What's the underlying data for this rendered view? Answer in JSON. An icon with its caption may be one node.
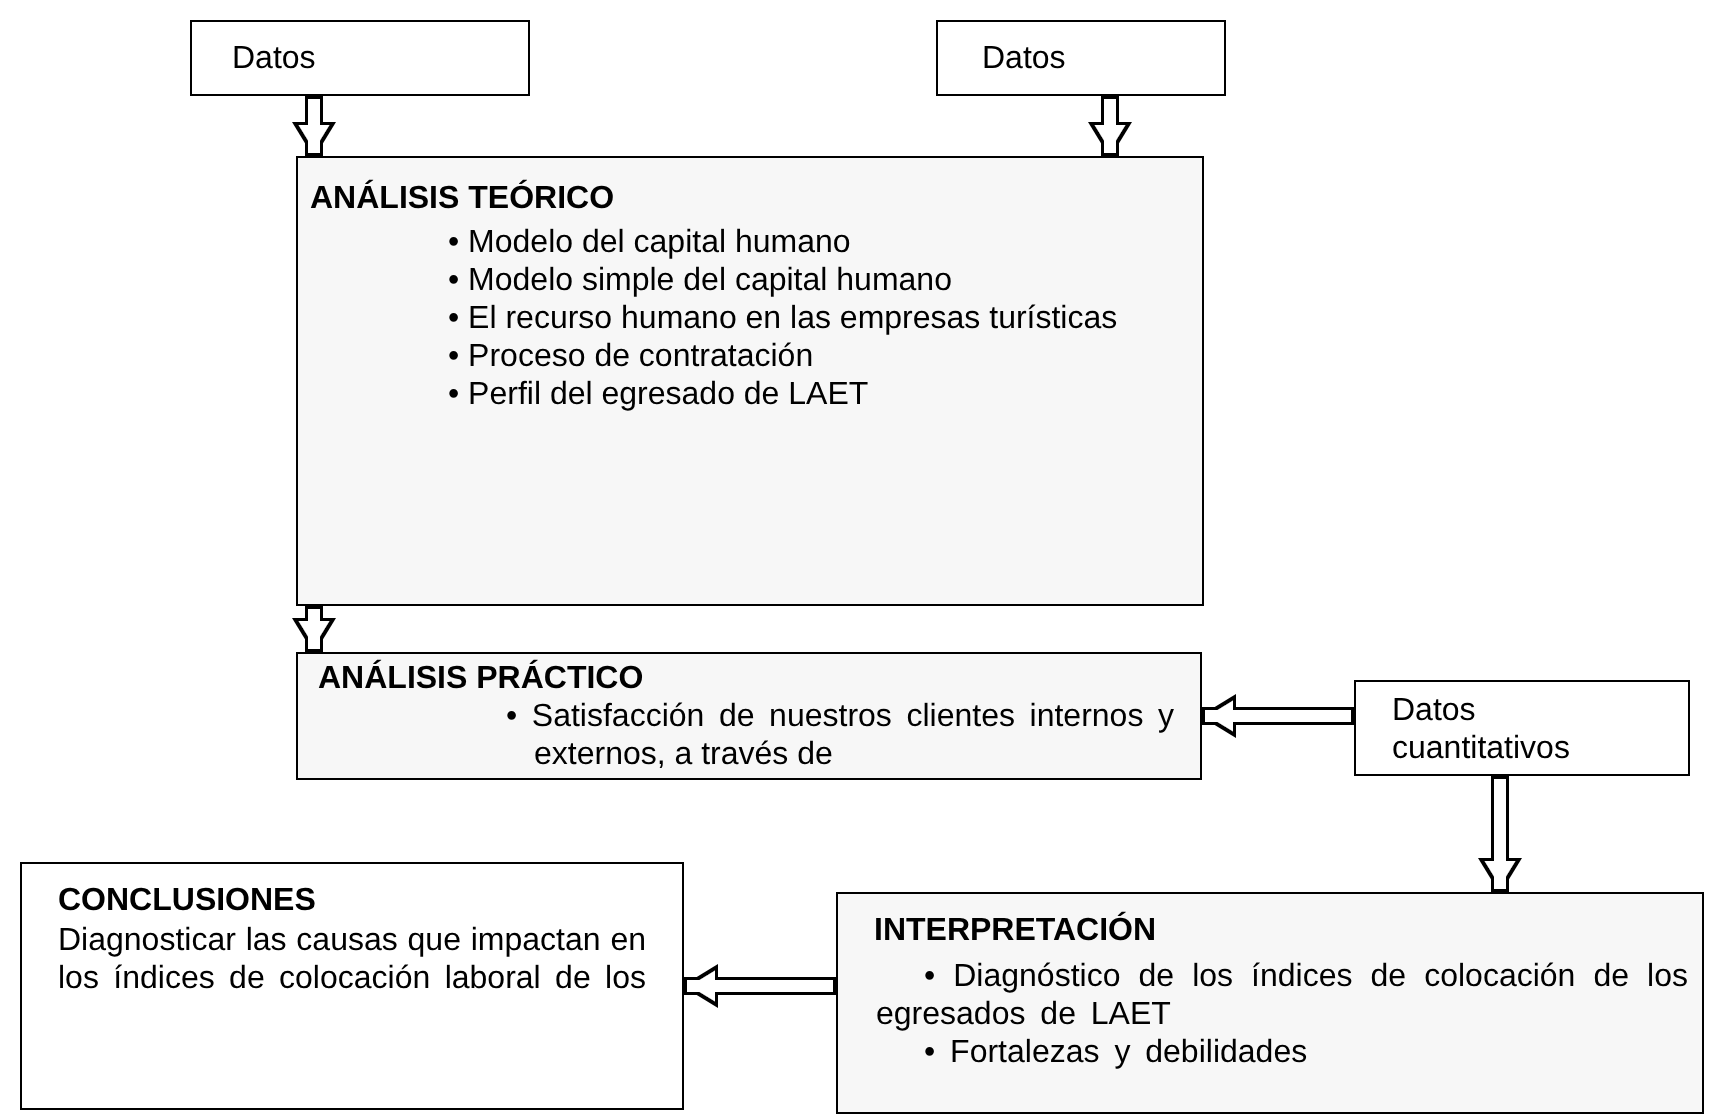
{
  "diagram": {
    "nodes": [
      {
        "text": [
          "Datos"
        ]
      },
      {
        "text": [
          "Datos"
        ]
      },
      {
        "text": [
          "ANÁLISIS TEÓRICO",
          "• Modelo del capital humano",
          "• Modelo simple del capital humano",
          "• El recurso humano en las empresas turísticas",
          "• Proceso de contratación",
          "• Perfil del egresado de LAET"
        ]
      },
      {
        "text": [
          "ANÁLISIS PRÁCTICO",
          "• Satisfacción de nuestros clientes internos y externos, a través de"
        ]
      },
      {
        "text": [
          "Datos cuantitativos"
        ]
      },
      {
        "text": [
          "CONCLUSIONES",
          "Diagnosticar las causas que impactan en los índices de colocación laboral de los"
        ]
      },
      {
        "text": [
          "INTERPRETACIÓN",
          "• Diagnóstico de los índices de colocación de los egresados de LAET",
          "• Fortalezas y debilidades"
        ]
      }
    ],
    "edges": [
      {
        "from": 0,
        "to": 2,
        "arrow": "to"
      },
      {
        "from": 1,
        "to": 2,
        "arrow": "to"
      },
      {
        "from": 2,
        "to": 3,
        "arrow": "to"
      },
      {
        "from": 4,
        "to": 3,
        "arrow": "to"
      },
      {
        "from": 4,
        "to": 6,
        "arrow": "to"
      },
      {
        "from": 6,
        "to": 5,
        "arrow": "to"
      }
    ]
  }
}
